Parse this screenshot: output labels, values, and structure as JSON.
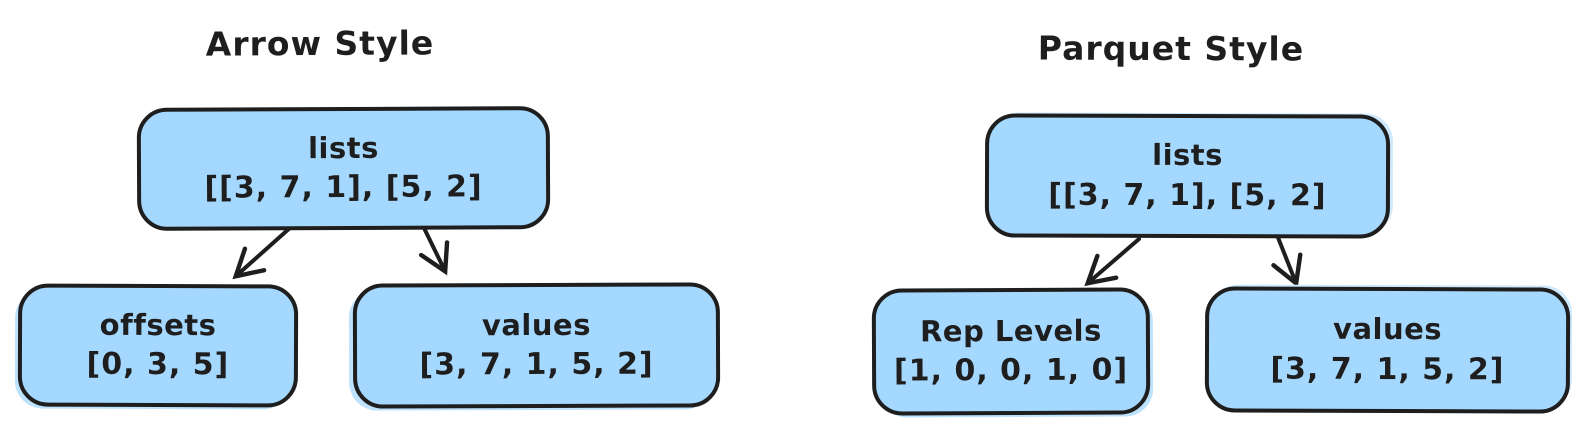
{
  "colors": {
    "node_fill": "#a5d8ff",
    "stroke": "#1e1e1e",
    "background": "#ffffff"
  },
  "diagrams": [
    {
      "title": "Arrow Style",
      "root": {
        "label": "lists",
        "value": "[[3, 7, 1], [5, 2]"
      },
      "children": [
        {
          "label": "offsets",
          "value": "[0, 3, 5]"
        },
        {
          "label": "values",
          "value": "[3, 7, 1, 5, 2]"
        }
      ]
    },
    {
      "title": "Parquet Style",
      "root": {
        "label": "lists",
        "value": "[[3, 7, 1], [5, 2]"
      },
      "children": [
        {
          "label": "Rep Levels",
          "value": "[1, 0, 0, 1, 0]"
        },
        {
          "label": "values",
          "value": "[3, 7, 1, 5, 2]"
        }
      ]
    }
  ]
}
